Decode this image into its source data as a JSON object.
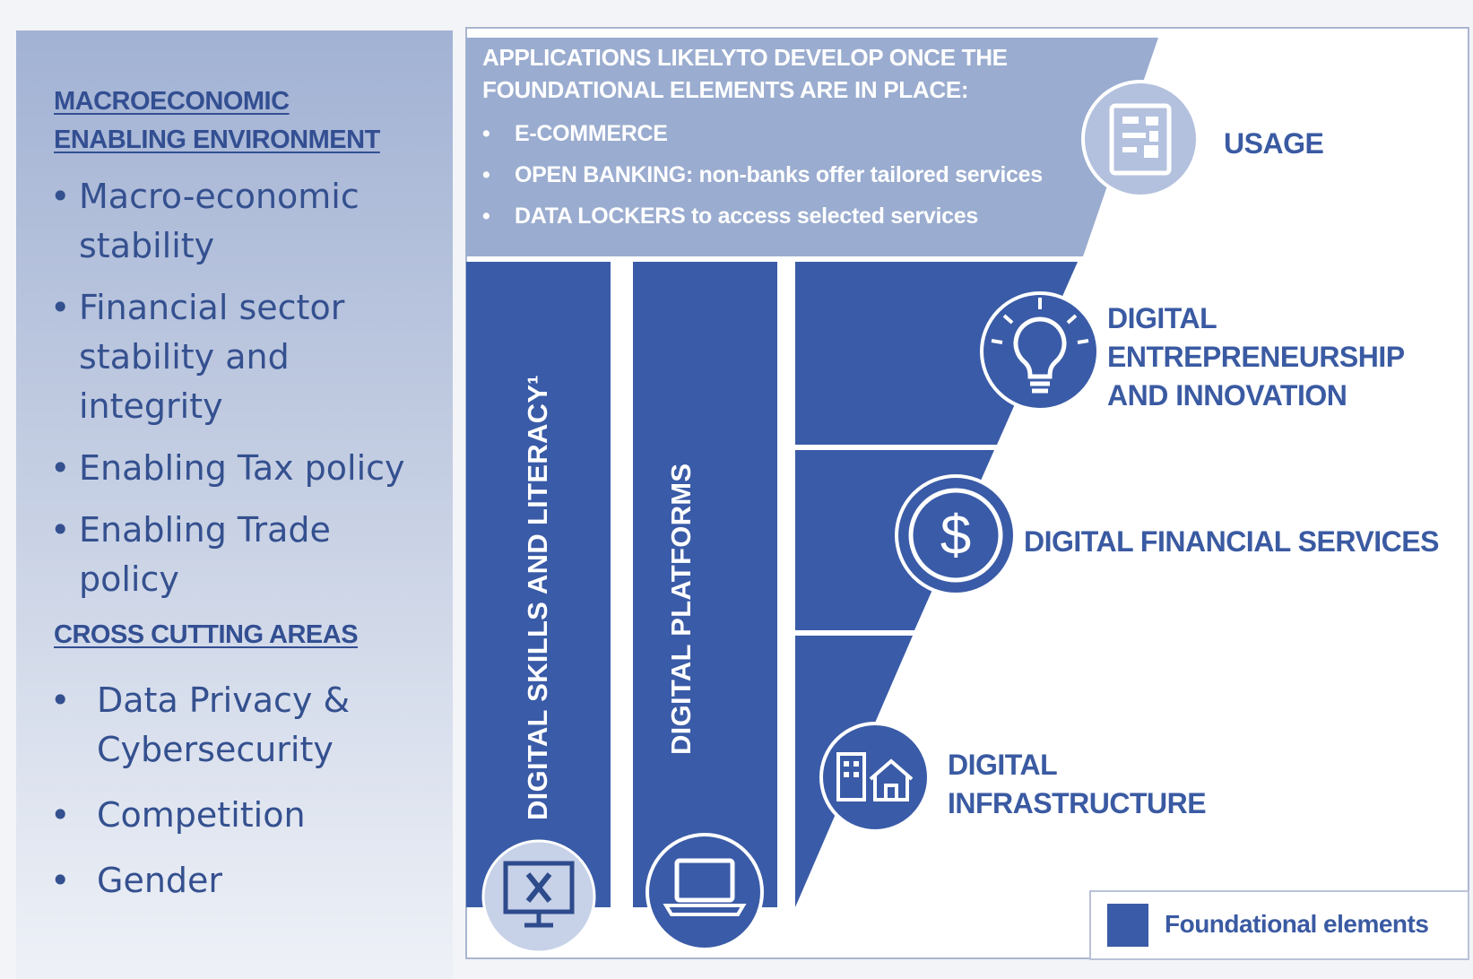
{
  "left_panel": {
    "heading1_line1": "MACROECONOMIC",
    "heading1_line2": "ENABLING ENVIRONMENT",
    "items": [
      "Macro-economic",
      "stability",
      "Financial sector",
      "stability and",
      "integrity",
      "Enabling Tax policy",
      "Enabling Trade",
      "policy"
    ],
    "heading2": "CROSS CUTTING AREAS",
    "cross_items": [
      "Data Privacy &",
      "Cybersecurity",
      "Competition",
      "Gender"
    ]
  },
  "usage_block": {
    "title_line1": "APPLICATIONS LIKELYTO DEVELOP ONCE THE",
    "title_line2": "FOUNDATIONAL ELEMENTS ARE IN PLACE:",
    "bullets": [
      "E-COMMERCE",
      "OPEN BANKING: non-banks offer tailored services",
      "DATA LOCKERS to access selected services"
    ],
    "label": "USAGE",
    "icon": "dashboard-icon"
  },
  "columns": {
    "skills": "DIGITAL SKILLS AND LITERACY¹",
    "platforms": "DIGITAL PLATFORMS",
    "skills_icon": "monitor-tools-icon",
    "platforms_icon": "laptop-icon"
  },
  "layers": {
    "entrepreneurship": [
      "DIGITAL",
      "ENTREPRENEURSHIP",
      "AND INNOVATION"
    ],
    "financial": "DIGITAL FINANCIAL SERVICES",
    "infrastructure": [
      "DIGITAL",
      "INFRASTRUCTURE"
    ],
    "entrepreneurship_icon": "lightbulb-icon",
    "financial_icon": "dollar-icon",
    "infrastructure_icon": "building-house-icon"
  },
  "legend": {
    "label": "Foundational elements"
  },
  "colors": {
    "dark_blue": "#3a5ba7",
    "light_blue": "#9aaccf",
    "text_blue": "#3a5aa2"
  }
}
